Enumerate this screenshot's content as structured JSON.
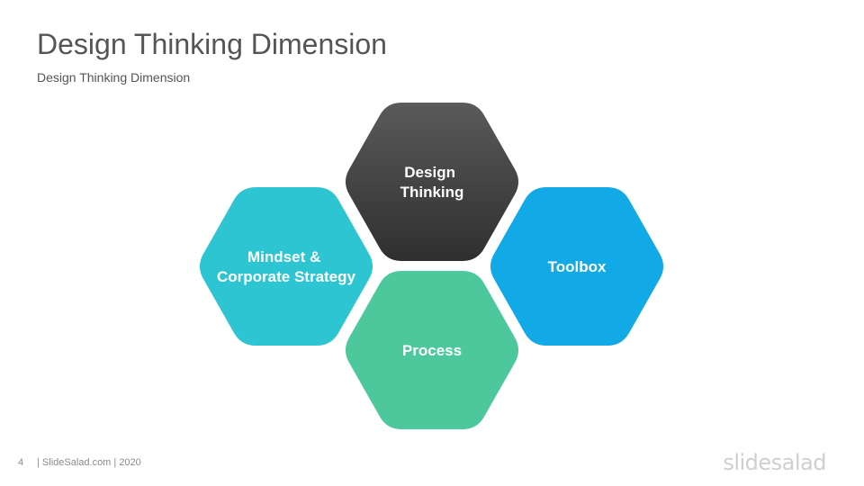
{
  "slide": {
    "title": "Design Thinking Dimension",
    "subtitle": "Design Thinking Dimension"
  },
  "hexagons": {
    "top": {
      "lines": [
        "Design",
        "Thinking"
      ],
      "color_top": "#5a5a5a",
      "color_bottom": "#2f2f2f"
    },
    "left": {
      "lines": [
        "Mindset &",
        "Corporate Strategy"
      ],
      "color": "#2ec5d3"
    },
    "right": {
      "lines": [
        "Toolbox"
      ],
      "color": "#11a9e6"
    },
    "bottom": {
      "lines": [
        "Process"
      ],
      "color": "#4cc89c"
    }
  },
  "footer": {
    "page_number": "4",
    "text": "| SlideSalad.com | 2020",
    "brand": "slidesalad"
  }
}
